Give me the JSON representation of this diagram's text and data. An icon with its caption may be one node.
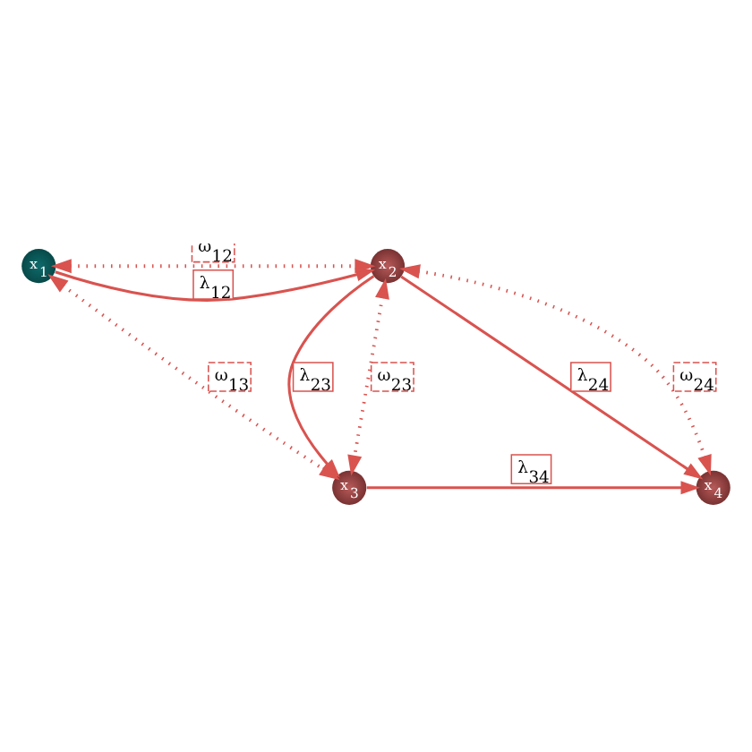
{
  "diagram": {
    "nodes": [
      {
        "text": [
          "x$_{1}$"
        ]
      },
      {
        "text": [
          "x$_{2}$"
        ]
      },
      {
        "text": [
          "x$_{3}$"
        ]
      },
      {
        "text": [
          "x$_{4}$"
        ]
      }
    ],
    "edges": [
      {
        "from": 0,
        "to": 1,
        "arrow": "to",
        "label": "λ$_{12}$"
      },
      {
        "from": 1,
        "to": 2,
        "arrow": "to",
        "label": "λ$_{23}$"
      },
      {
        "from": 1,
        "to": 3,
        "arrow": "to",
        "label": "λ$_{24}$"
      },
      {
        "from": 2,
        "to": 3,
        "arrow": "to",
        "label": "λ$_{34}$"
      },
      {
        "from": 0,
        "to": 1,
        "arrow": "both",
        "style": "dashed",
        "label": "ω$_{12}$"
      },
      {
        "from": 0,
        "to": 2,
        "arrow": "both",
        "style": "dashed",
        "label": "ω$_{13}$"
      },
      {
        "from": 1,
        "to": 2,
        "arrow": "both",
        "style": "dashed",
        "label": "ω$_{23}$"
      },
      {
        "from": 1,
        "to": 3,
        "arrow": "both",
        "style": "dashed",
        "label": "ω$_{24}$"
      }
    ]
  }
}
